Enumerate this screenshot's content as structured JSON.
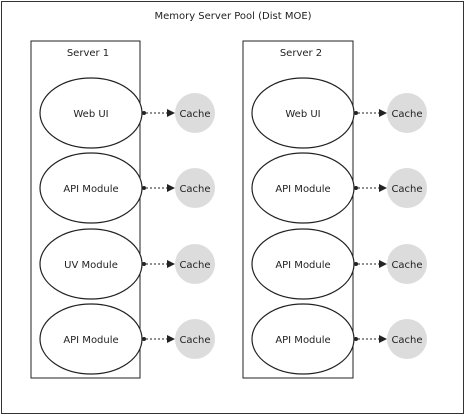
{
  "diagram": {
    "title": "Memory Server Pool (Dist MOE)",
    "server_labels": [
      "Server 1",
      "Server 2"
    ],
    "module_labels": [
      "Web UI",
      "API Module",
      "UV Module",
      "API Module"
    ],
    "module_labels_right": [
      "Web UI",
      "API Module",
      "API Module",
      "API Module"
    ],
    "cache_label": "Cache",
    "colors": {
      "stroke": "#222222",
      "cache_fill": "#dcdcdc",
      "page_border": "#333333"
    }
  }
}
